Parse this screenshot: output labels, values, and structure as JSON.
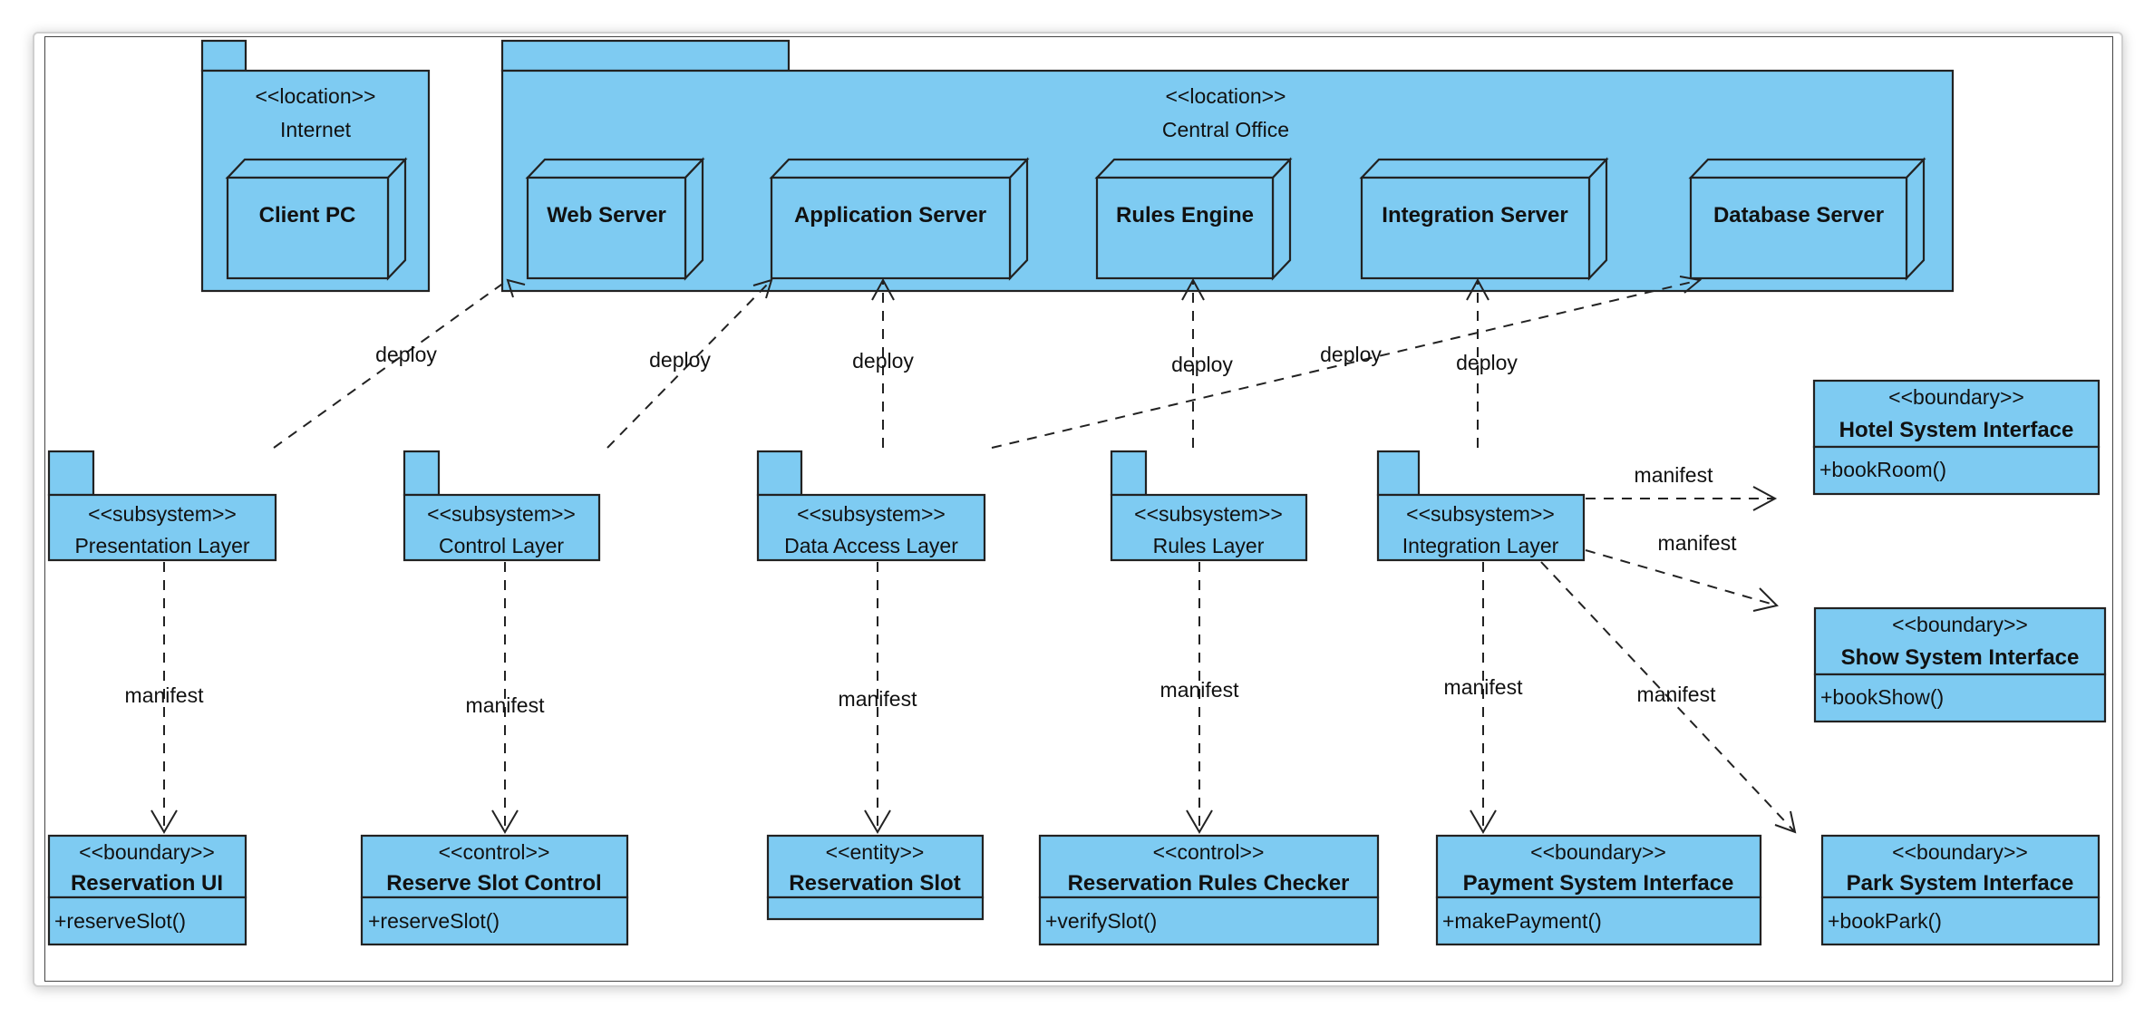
{
  "locations": {
    "internet": {
      "stereotype": "<<location>>",
      "name": "Internet"
    },
    "central_office": {
      "stereotype": "<<location>>",
      "name": "Central Office"
    }
  },
  "nodes": {
    "client_pc": "Client PC",
    "web_server": "Web Server",
    "application_server": "Application Server",
    "rules_engine": "Rules Engine",
    "integration_server": "Integration Server",
    "database_server": "Database Server"
  },
  "subsystems": {
    "presentation": {
      "stereotype": "<<subsystem>>",
      "name": "Presentation Layer"
    },
    "control": {
      "stereotype": "<<subsystem>>",
      "name": "Control Layer"
    },
    "data_access": {
      "stereotype": "<<subsystem>>",
      "name": "Data Access Layer"
    },
    "rules": {
      "stereotype": "<<subsystem>>",
      "name": "Rules Layer"
    },
    "integration": {
      "stereotype": "<<subsystem>>",
      "name": "Integration Layer"
    }
  },
  "classes": {
    "reservation_ui": {
      "stereotype": "<<boundary>>",
      "name": "Reservation UI",
      "operation": "+reserveSlot()"
    },
    "reserve_slot_control": {
      "stereotype": "<<control>>",
      "name": "Reserve Slot Control",
      "operation": "+reserveSlot()"
    },
    "reservation_slot": {
      "stereotype": "<<entity>>",
      "name": "Reservation Slot",
      "operation": ""
    },
    "reservation_rules_checker": {
      "stereotype": "<<control>>",
      "name": "Reservation Rules Checker",
      "operation": "+verifySlot()"
    },
    "payment_system_interface": {
      "stereotype": "<<boundary>>",
      "name": "Payment System Interface",
      "operation": "+makePayment()"
    },
    "park_system_interface": {
      "stereotype": "<<boundary>>",
      "name": "Park System Interface",
      "operation": "+bookPark()"
    },
    "hotel_system_interface": {
      "stereotype": "<<boundary>>",
      "name": "Hotel System Interface",
      "operation": "+bookRoom()"
    },
    "show_system_interface": {
      "stereotype": "<<boundary>>",
      "name": "Show System Interface",
      "operation": "+bookShow()"
    }
  },
  "relations": {
    "deploy_label": "deploy",
    "manifest_label": "manifest"
  },
  "colors": {
    "fill": "#7ecbf2",
    "line": "#222222"
  }
}
